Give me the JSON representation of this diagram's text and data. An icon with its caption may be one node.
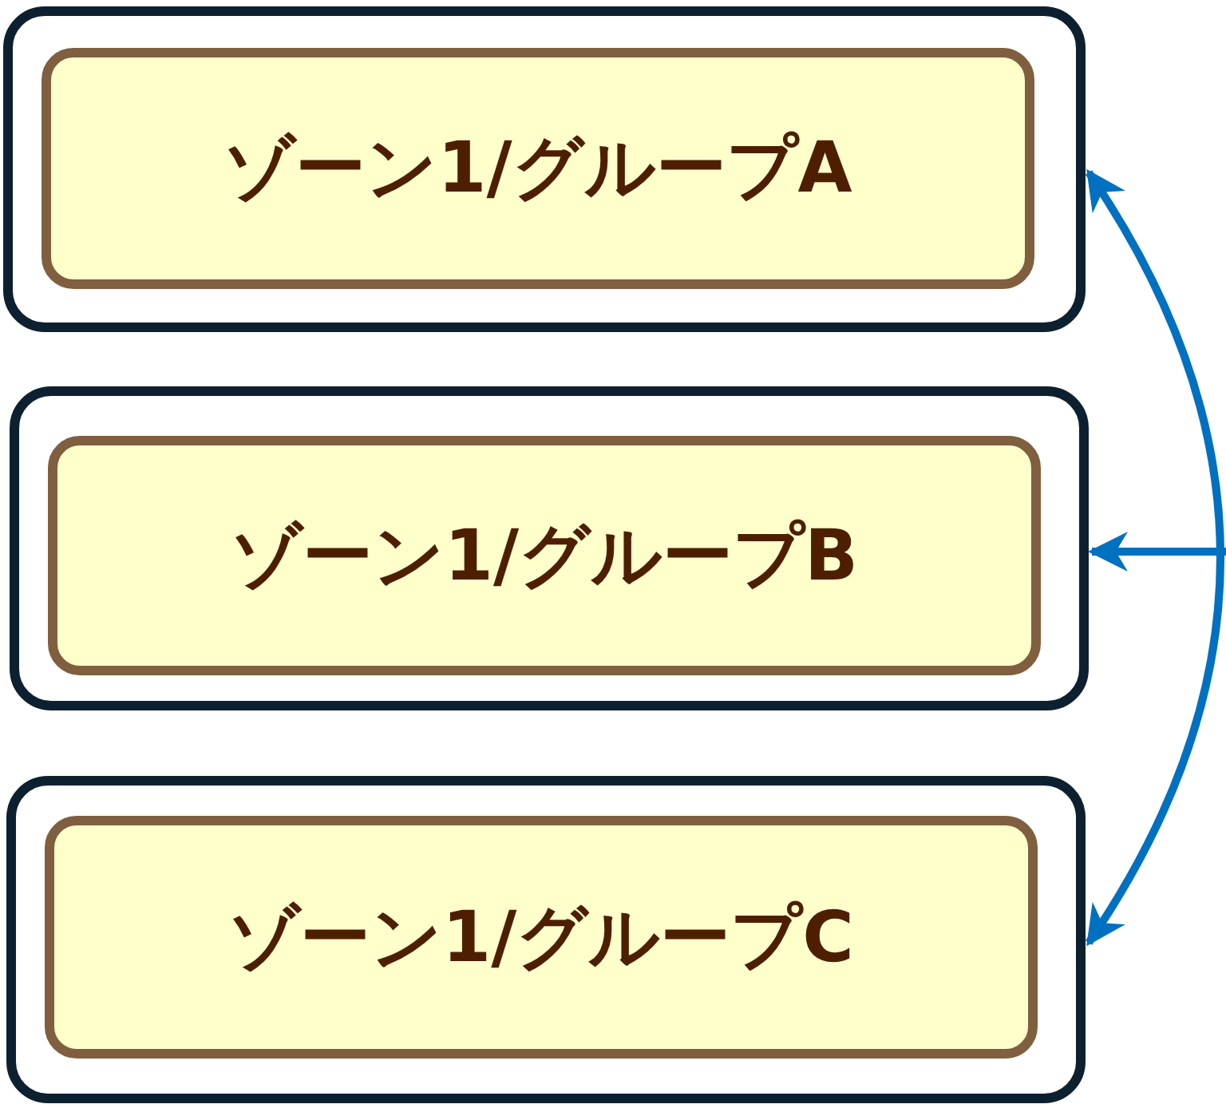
{
  "diagram": {
    "nodes": [
      {
        "text": [],
        "shape": "box"
      },
      {
        "text": [
          "ゾーン1/グループA"
        ],
        "in": 0
      },
      {
        "text": [],
        "shape": "box"
      },
      {
        "text": [
          "ゾーン1/グループB"
        ],
        "in": 2
      },
      {
        "text": [],
        "shape": "box"
      },
      {
        "text": [
          "ゾーン1/グループC"
        ],
        "in": 4
      }
    ],
    "edges": [
      {
        "from": 0,
        "to": 4,
        "arrow": "both"
      },
      {
        "from": null,
        "to": 2,
        "arrow": "to"
      }
    ]
  }
}
